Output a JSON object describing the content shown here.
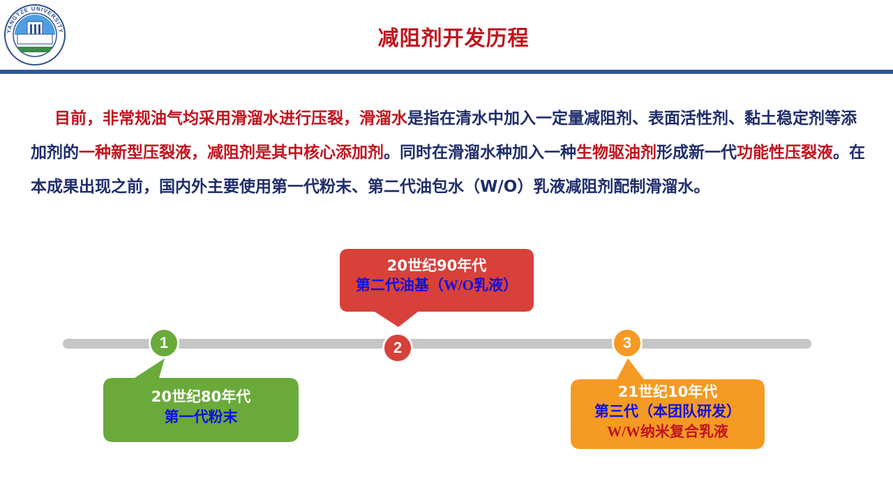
{
  "header": {
    "title": "减阻剂开发历程",
    "logo_text": "YANGTZE UNIVERSITY"
  },
  "intro": {
    "segments": [
      {
        "text": "目前，非常规油气均采用滑溜水进行压裂，滑溜水",
        "color": "red"
      },
      {
        "text": "是指在清水中加入一定量减阻剂、表面活性剂、黏土稳定剂等添加剂的",
        "color": "blue"
      },
      {
        "text": "一种新型压裂液，减阻剂是其中核心添加剂",
        "color": "red"
      },
      {
        "text": "。同时在滑溜水种加入一种",
        "color": "blue"
      },
      {
        "text": "生物驱油剂",
        "color": "red"
      },
      {
        "text": "形成新一代",
        "color": "blue"
      },
      {
        "text": "功能性压裂液",
        "color": "red"
      },
      {
        "text": "。在本成果出现之前，国内外主要使用第一代粉末、第二代油包水（W/O）乳液减阻剂配制滑溜水。",
        "color": "blue"
      }
    ]
  },
  "timeline": {
    "milestones": [
      {
        "number": "1",
        "era": "20世纪80年代",
        "lines": [
          "第一代粉末"
        ],
        "color": "#6aaa3a"
      },
      {
        "number": "2",
        "era": "20世纪90年代",
        "lines": [
          "第二代油基（W/O乳液）"
        ],
        "color": "#d8403a"
      },
      {
        "number": "3",
        "era": "21世纪10年代",
        "lines": [
          "第三代（本团队研发）",
          "W/W纳米复合乳液"
        ],
        "color": "#f59a23"
      }
    ]
  },
  "colors": {
    "title_red": "#c0141e",
    "text_blue": "#1f2d6b",
    "rule_blue": "#2f5597",
    "timeline_gray": "#c6c6c6"
  }
}
